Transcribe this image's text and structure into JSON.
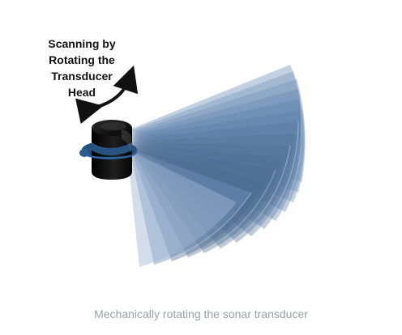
{
  "figure": {
    "label_lines": [
      "Scanning by",
      "Rotating the",
      "Transducer",
      "Head"
    ],
    "caption": "Mechanically rotating the sonar transducer",
    "colors": {
      "beam_fill": "#5b7da6",
      "beam_edge": "#8fa9c9",
      "transducer_body": "#0d0d0d",
      "collar": "#2a5a8f",
      "arrow": "#111111",
      "caption": "#9aa0a6"
    },
    "icons": [
      "rotation-arrow-icon",
      "sonar-transducer-icon",
      "sonar-beam-fan-icon"
    ]
  }
}
